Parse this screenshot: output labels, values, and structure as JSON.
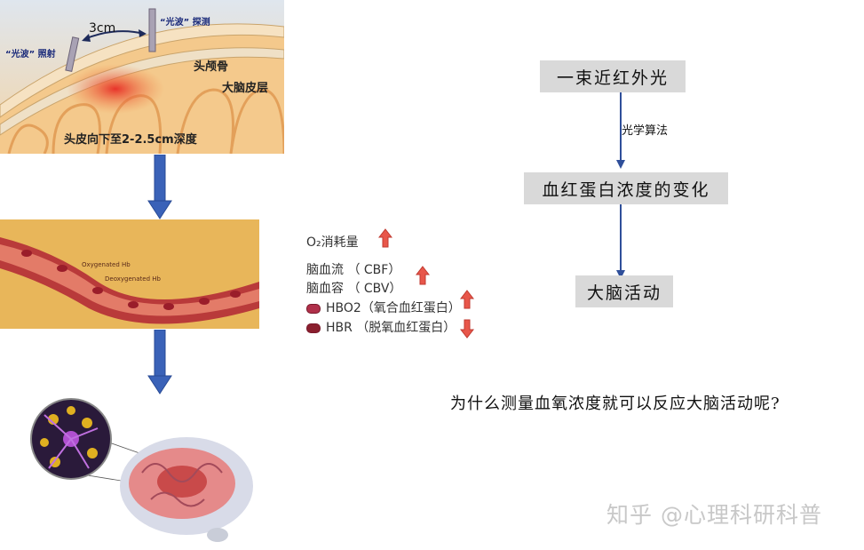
{
  "skull_panel": {
    "distance": "3cm",
    "source_label": "“光波” 照射",
    "detector_label": "“光波” 探测",
    "skull_label": "头颅骨",
    "cortex_label": "大脑皮层",
    "depth_label": "头皮向下至2-2.5cm深度"
  },
  "vessel_panel": {
    "label_oxy": "Oxygenated Hb",
    "label_deoxy": "Deoxygenated Hb"
  },
  "legend": {
    "o2": "O₂消耗量",
    "cbf": "脑血流 （ CBF）",
    "cbv": "脑血容 （ CBV）",
    "hbo2": "HBO2（氧合血红蛋白）",
    "hbr": "HBR （脱氧血红蛋白）"
  },
  "flowchart": {
    "step1": "一束近红外光",
    "edge_label": "光学算法",
    "step2": "血红蛋白浓度的变化",
    "step3": "大脑活动"
  },
  "question": "为什么测量血氧浓度就可以反应大脑活动呢?",
  "watermark": "知乎 @心理科研科普",
  "colors": {
    "arrow_blue": "#3a62b8",
    "box_gray": "#d9d9d9",
    "up_arrow_red": "#e8564a"
  }
}
